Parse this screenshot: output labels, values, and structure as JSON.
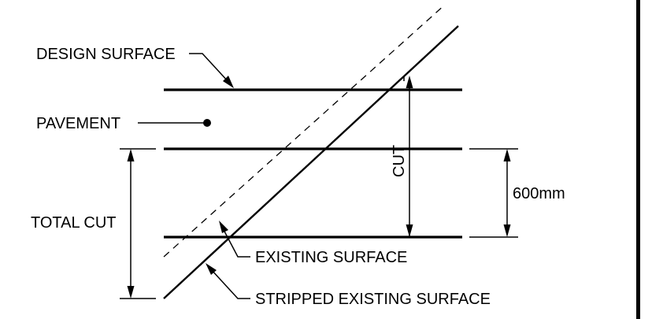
{
  "labels": {
    "design_surface": "DESIGN SURFACE",
    "pavement": "PAVEMENT",
    "total_cut": "TOTAL CUT",
    "cut": "CUT",
    "depth": "600mm",
    "existing_surface": "EXISTING SURFACE",
    "stripped_existing_surface": "STRIPPED EXISTING SURFACE"
  },
  "colors": {
    "line": "#000000",
    "background": "#ffffff"
  }
}
